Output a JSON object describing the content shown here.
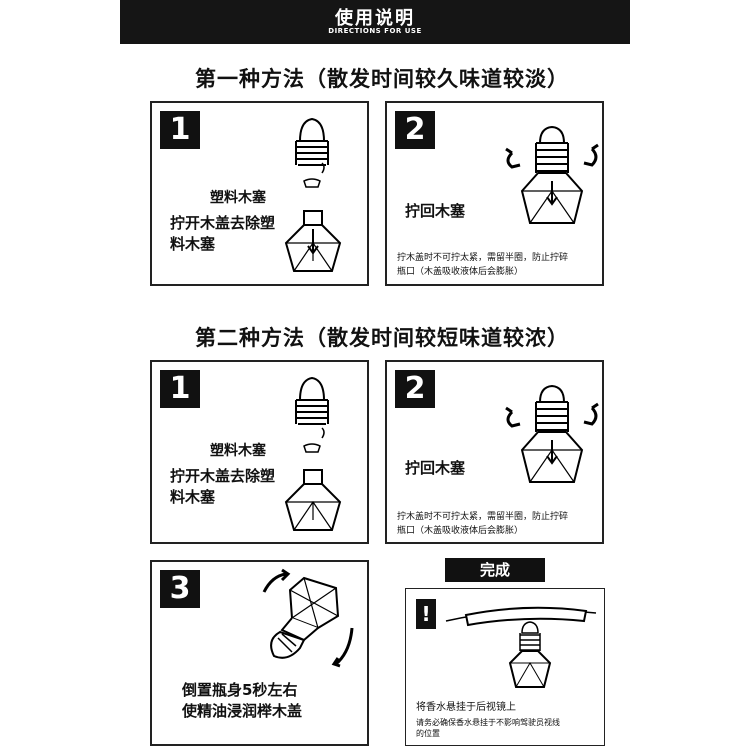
{
  "header": {
    "title": "使用说明",
    "subtitle": "DIRECTIONS FOR USE"
  },
  "method1": {
    "title": "第一种方法（散发时间较久味道较淡）",
    "step1": {
      "number": "1",
      "plug_label": "塑料木塞",
      "instruction_line1": "拧开木盖去除塑",
      "instruction_line2": "料木塞"
    },
    "step2": {
      "number": "2",
      "instruction": "拧回木塞",
      "note_line1": "拧木盖时不可拧太紧，需留半圈，防止拧碎",
      "note_line2": "瓶口（木盖吸收液体后会膨胀）"
    }
  },
  "method2": {
    "title": "第二种方法（散发时间较短味道较浓）",
    "step1": {
      "number": "1",
      "plug_label": "塑料木塞",
      "instruction_line1": "拧开木盖去除塑",
      "instruction_line2": "料木塞"
    },
    "step2": {
      "number": "2",
      "instruction": "拧回木塞",
      "note_line1": "拧木盖时不可拧太紧，需留半圈，防止拧碎",
      "note_line2": "瓶口（木盖吸收液体后会膨胀）"
    },
    "step3": {
      "number": "3",
      "instruction_line1": "倒置瓶身5秒左右",
      "instruction_line2": "使精油浸润榉木盖"
    }
  },
  "done": {
    "title": "完成",
    "warning_mark": "!",
    "caption": "将香水悬挂于后视镜上",
    "note_line1": "请务必确保香水悬挂于不影响驾驶员视线",
    "note_line2": "的位置"
  }
}
